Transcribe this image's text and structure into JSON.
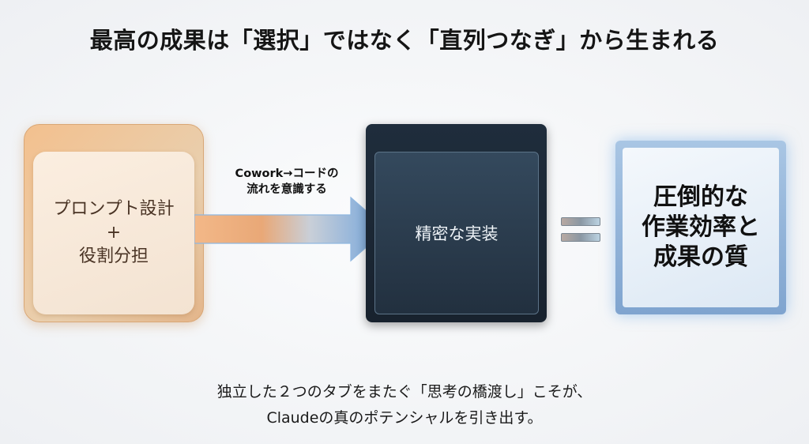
{
  "title": "最高の成果は「選択」ではなく「直列つなぎ」から生まれる",
  "left_box": {
    "line1": "プロンプト設計",
    "plus": "+",
    "line2": "役割分担"
  },
  "arrow_label": {
    "line1": "Cowork→コードの",
    "line2": "流れを意識する"
  },
  "middle_box": {
    "label": "精密な実装"
  },
  "right_box": {
    "line1": "圧倒的な",
    "line2": "作業効率と",
    "line3": "成果の質"
  },
  "footer": {
    "line1": "独立した２つのタブをまたぐ「思考の橋渡し」こそが、",
    "line2": "Claudeの真のポテンシャルを引き出す。"
  },
  "colors": {
    "orange": "#f0b07a",
    "dark": "#1f2d3c",
    "blue": "#8fb4de"
  }
}
